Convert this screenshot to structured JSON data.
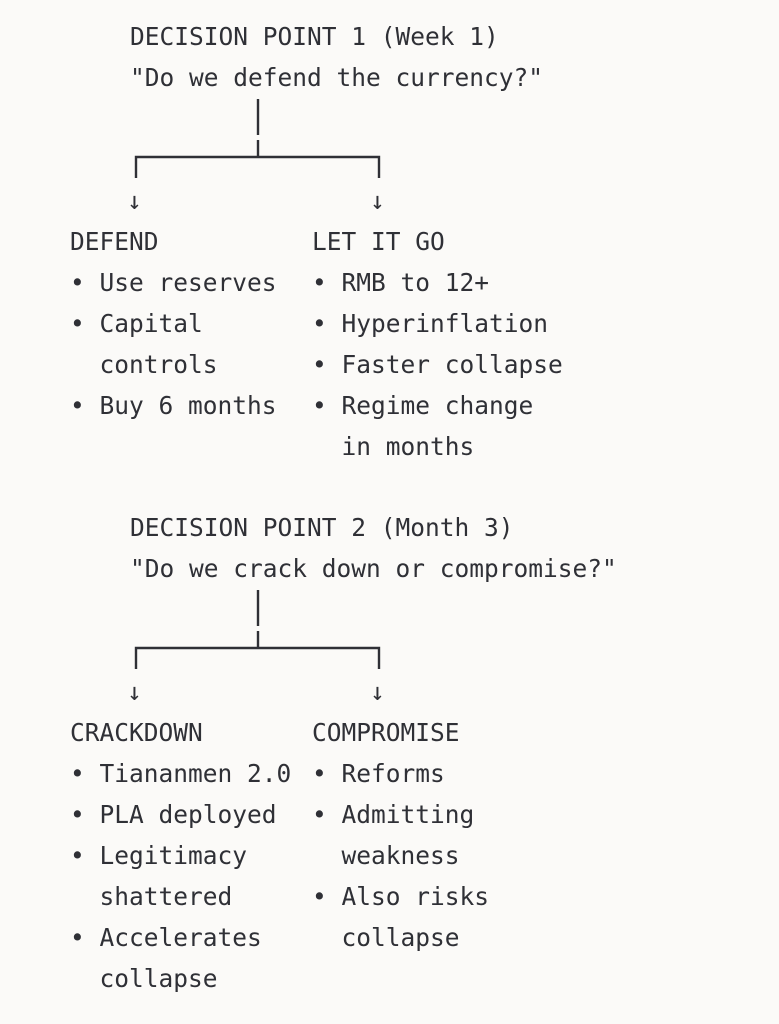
{
  "decision_1": {
    "title": "DECISION POINT 1 (Week 1)",
    "question": "\"Do we defend the currency?\"",
    "left": {
      "heading": "DEFEND",
      "items": [
        "• Use reserves",
        "• Capital",
        "  controls",
        "• Buy 6 months"
      ]
    },
    "right": {
      "heading": "LET IT GO",
      "items": [
        "• RMB to 12+",
        "• Hyperinflation",
        "• Faster collapse",
        "• Regime change",
        "  in months"
      ]
    }
  },
  "decision_2": {
    "title": "DECISION POINT 2 (Month 3)",
    "question": "\"Do we crack down or compromise?\"",
    "left": {
      "heading": "CRACKDOWN",
      "items": [
        "• Tiananmen 2.0",
        "• PLA deployed",
        "• Legitimacy",
        "  shattered",
        "• Accelerates",
        "  collapse"
      ]
    },
    "right": {
      "heading": "COMPROMISE",
      "items": [
        "• Reforms",
        "• Admitting",
        "  weakness",
        "• Also risks",
        "  collapse"
      ]
    }
  },
  "arrow_glyph": "↓"
}
